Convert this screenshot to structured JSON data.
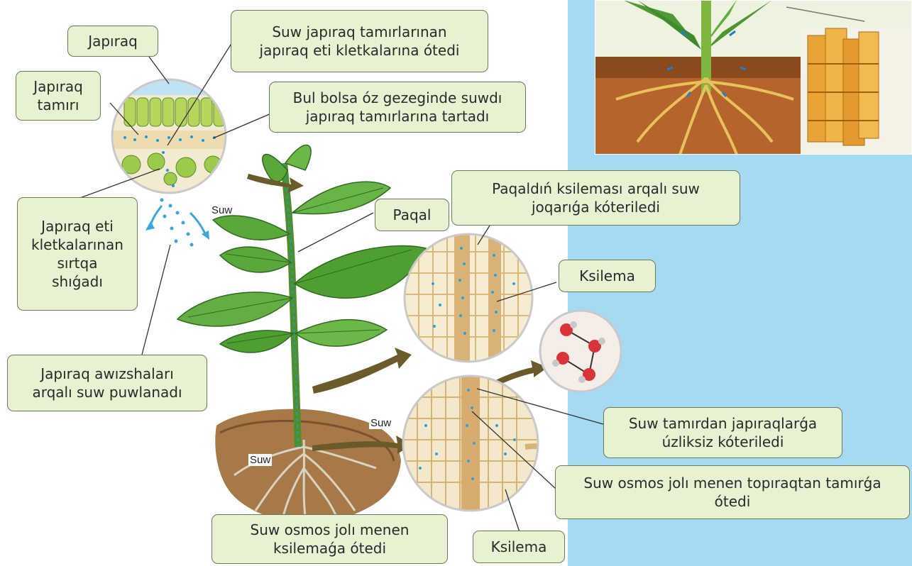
{
  "labels": {
    "japiraq": "Japıraq",
    "japiraq_tamiri": "Japıraq\ntamırı",
    "suw_japiraq_tamirlari": "Suw japıraq tamırlarınan\njapıraq eti kletkalarına ótedi",
    "bul_bolsa": "Bul bolsa óz gezeginde suwdı\njapıraq tamırlarına tartadı",
    "japiraq_eti": "Japıraq eti\nkletkalarınan\nsırtqa\nshıǵadı",
    "paqal": "Paqal",
    "paqaldin_ksilemasi": "Paqaldıń ksileması arqalı suw\njoqarıǵa kóteriledi",
    "ksilema_top": "Ksilema",
    "japiraq_awizshalari": "Japıraq awızshaları\narqalı suw puwlanadı",
    "suw_tamirdan": "Suw tamırdan japıraqlarǵa\núzliksiz kóteriledi",
    "suw_osmos_topiraqtan": "Suw osmos jolı menen topıraqtan tamırǵa\nótedi",
    "suw_osmos_ksilemaga": "Suw osmos jolı menen\nksilemaǵa ótedi",
    "ksilema_bottom": "Ksilema"
  },
  "small_text": {
    "suw_leaf": "Suw",
    "suw_root_right": "Suw",
    "suw_root": "Suw"
  },
  "colors": {
    "label_fill": "#e7f2d3",
    "label_border": "#6b7a56",
    "water": "#1e9ad6",
    "leaf": "#5aa83a",
    "soil": "#a0703f",
    "background_right": "#a6d9f2"
  }
}
